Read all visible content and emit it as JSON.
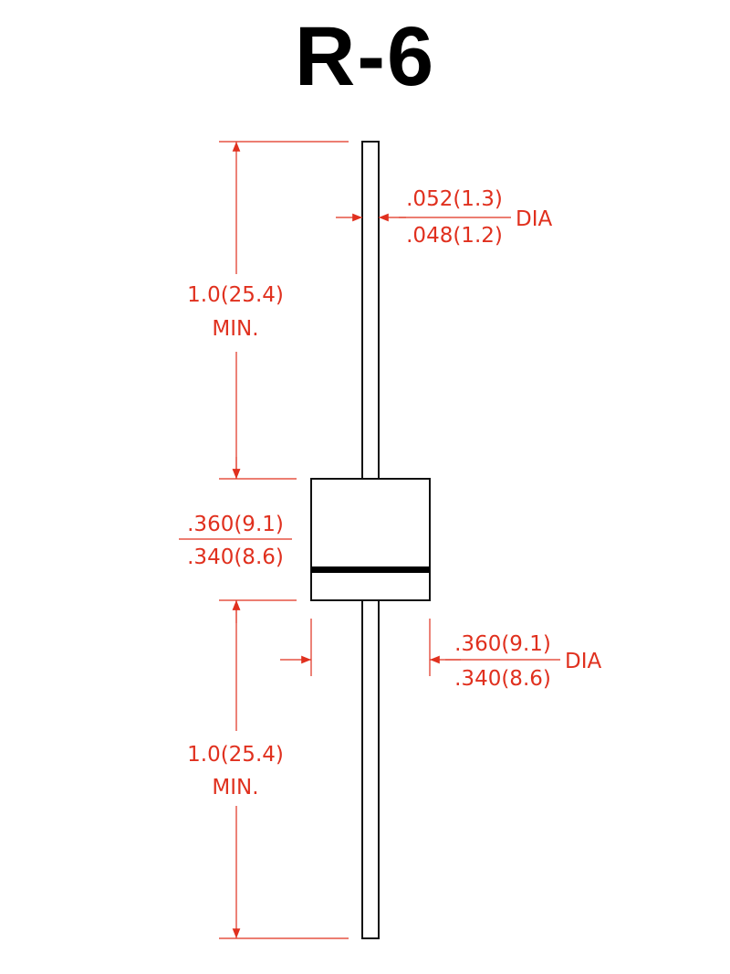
{
  "title": "R-6",
  "colors": {
    "outline": "#111111",
    "dimension": "#e0301e",
    "band": "#000000",
    "background": "#ffffff"
  },
  "dimensions": {
    "lead_diameter": {
      "max": ".052(1.3)",
      "min": ".048(1.2)",
      "suffix": "DIA"
    },
    "upper_lead_length": {
      "value": "1.0(25.4)",
      "note": "MIN."
    },
    "body_length": {
      "max": ".360(9.1)",
      "min": ".340(8.6)"
    },
    "body_diameter": {
      "max": ".360(9.1)",
      "min": ".340(8.6)",
      "suffix": "DIA"
    },
    "lower_lead_length": {
      "value": "1.0(25.4)",
      "note": "MIN."
    }
  }
}
